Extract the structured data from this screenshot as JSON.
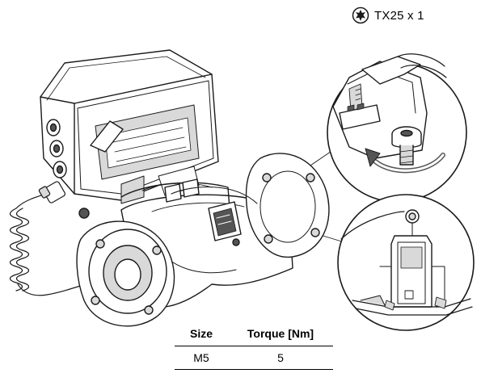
{
  "tool": {
    "icon": "torx-icon",
    "text": "TX25 x 1"
  },
  "table": {
    "headers": [
      "Size",
      "Torque [Nm]"
    ],
    "rows": [
      {
        "size": "M5",
        "torque": "5"
      }
    ]
  },
  "colors": {
    "line": "#1a1a1a",
    "fill": "#ffffff",
    "shade": "#d9d9d9",
    "dark": "#555555"
  }
}
